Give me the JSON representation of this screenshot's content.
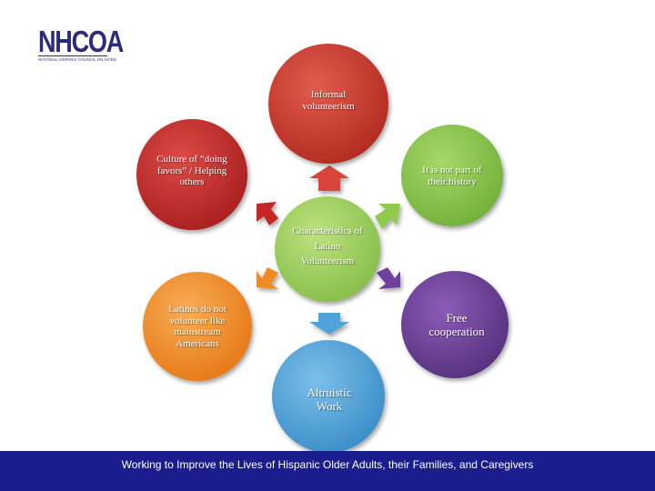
{
  "logo": {
    "name": "NHCOA",
    "tagline": "NATIONAL HISPANIC COUNCIL ON AGING"
  },
  "diagram": {
    "center": "Characteristics of Latino Volunteerism",
    "nodes": {
      "top": "Informal volunteerism",
      "top_right": "It is not part of their history",
      "bottom_right": "Free cooperation",
      "bottom": "Altruistic Work",
      "bottom_left": "Latinos do not volunteer like mainstream Americans",
      "top_left": "Culture of “doing favors” / Helping others"
    },
    "colors": {
      "top": "#c0392b",
      "top_right": "#8bc34a",
      "bottom_right": "#6a3d9a",
      "bottom": "#4fa3d8",
      "bottom_left": "#f28e2b",
      "top_left": "#c62828",
      "center": "#9ccc65"
    }
  },
  "footer": {
    "text": "Working to Improve the Lives of Hispanic Older Adults,  their Families, and Caregivers",
    "background": "#1b1d8f"
  }
}
